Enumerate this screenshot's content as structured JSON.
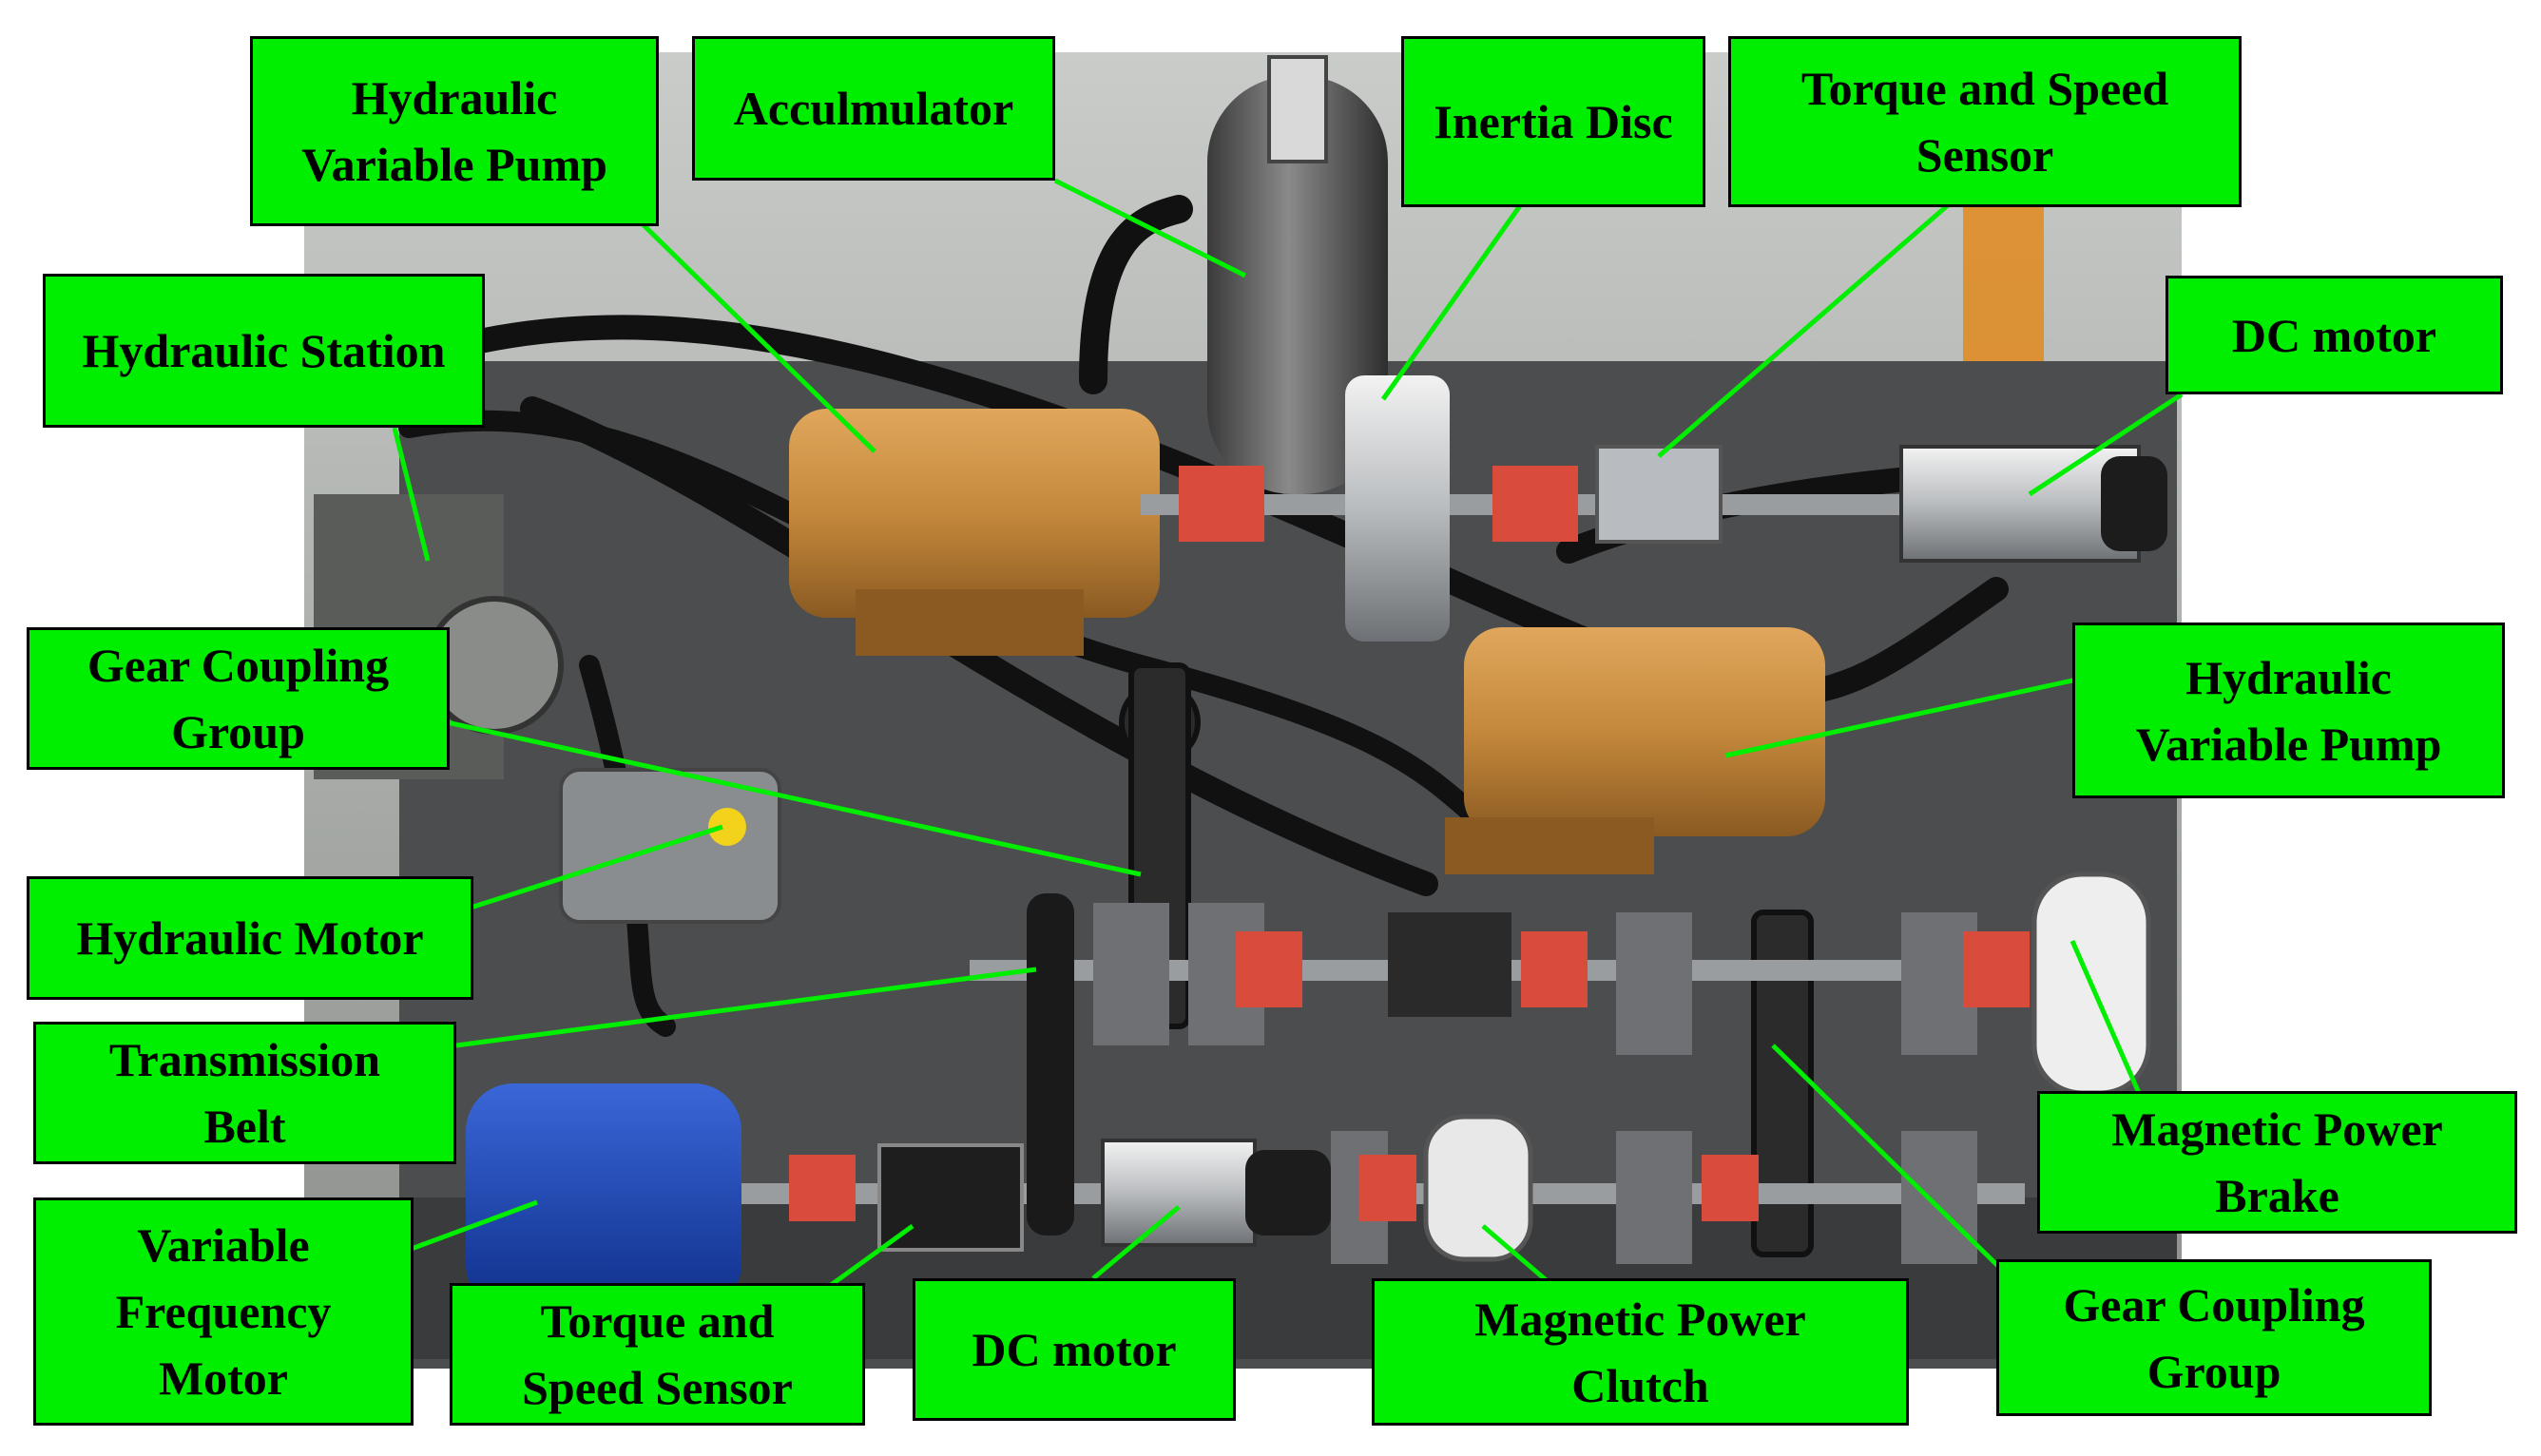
{
  "colors": {
    "label_fill": "#00ee00",
    "label_border": "#000000",
    "leader_line": "#00ee00"
  },
  "labels": {
    "hydraulic_variable_pump_top": "Hydraulic\nVariable Pump",
    "accumulator": "Acculmulator",
    "inertia_disc": "Inertia Disc",
    "torque_speed_sensor_top": "Torque and Speed\nSensor",
    "hydraulic_station": "Hydraulic Station",
    "dc_motor_top": "DC motor",
    "gear_coupling_group_left": "Gear Coupling\nGroup",
    "hydraulic_variable_pump_right": "Hydraulic\nVariable Pump",
    "hydraulic_motor": "Hydraulic  Motor",
    "transmission_belt": "Transmission\nBelt",
    "magnetic_power_brake": "Magnetic Power\nBrake",
    "variable_frequency_motor": "Variable\nFrequency\nMotor",
    "torque_speed_sensor_bottom": "Torque and\nSpeed Sensor",
    "dc_motor_bottom": "DC motor",
    "magnetic_power_clutch": "Magnetic Power\nClutch",
    "gear_coupling_group_right": "Gear Coupling\nGroup"
  }
}
